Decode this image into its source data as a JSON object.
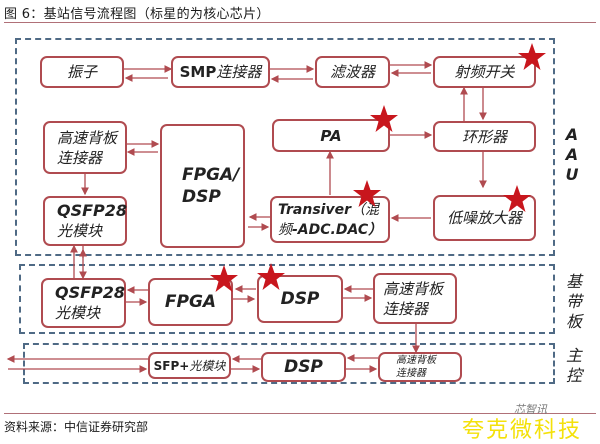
{
  "figure": {
    "title": "图 6：基站信号流程图（标星的为核心芯片）",
    "source": "资料来源：中信证券研究部",
    "watermark_small": "芯智讯",
    "watermark_large": "夸克微科技"
  },
  "zones": {
    "aau": {
      "label": [
        "A",
        "A",
        "U"
      ]
    },
    "baseband": {
      "label": [
        "基",
        "带",
        "板"
      ]
    },
    "main_control": {
      "label": [
        "主",
        "控"
      ]
    }
  },
  "colors": {
    "box_border": "#b04b50",
    "arrow": "#b04b50",
    "zone_border": "#4f6a85",
    "star": "#c8161d",
    "watermark": "#f4e10a"
  },
  "aau": {
    "oscillator": {
      "label": "振子",
      "core_chip": false
    },
    "smp_connector": {
      "label_en": "SMP",
      "label_cn": "连接器",
      "core_chip": false
    },
    "filter": {
      "label": "滤波器",
      "core_chip": false
    },
    "rf_switch": {
      "label": "射频开关",
      "core_chip": true
    },
    "backplane_connector": {
      "line1": "高速背板",
      "line2": "连接器",
      "core_chip": false
    },
    "fpga_dsp": {
      "line1": "FPGA/",
      "line2": "DSP",
      "core_chip": false
    },
    "pa": {
      "label": "PA",
      "core_chip": true
    },
    "circulator": {
      "label": "环形器",
      "core_chip": false
    },
    "qsfp28": {
      "line1": "QSFP28",
      "line2": "光模块",
      "core_chip": false
    },
    "transceiver": {
      "line1_en": "Transiver",
      "line1_cn": "（混",
      "line2_cn": "频",
      "line2_en": "-ADC.DAC）",
      "core_chip": true
    },
    "lna": {
      "label": "低噪放大器",
      "core_chip": true
    }
  },
  "baseband": {
    "qsfp28": {
      "line1": "QSFP28",
      "line2": "光模块",
      "core_chip": false
    },
    "fpga": {
      "label": "FPGA",
      "core_chip": true
    },
    "dsp": {
      "label": "DSP",
      "core_chip": true
    },
    "backplane_connector": {
      "line1": "高速背板",
      "line2": "连接器",
      "core_chip": false
    }
  },
  "main_control": {
    "sfp_plus": {
      "label_en": "SFP+",
      "label_cn": "光模块",
      "core_chip": false
    },
    "dsp": {
      "label": "DSP",
      "core_chip": false
    },
    "backplane_connector": {
      "line1": "高速背板",
      "line2": "连接器",
      "core_chip": false
    }
  }
}
